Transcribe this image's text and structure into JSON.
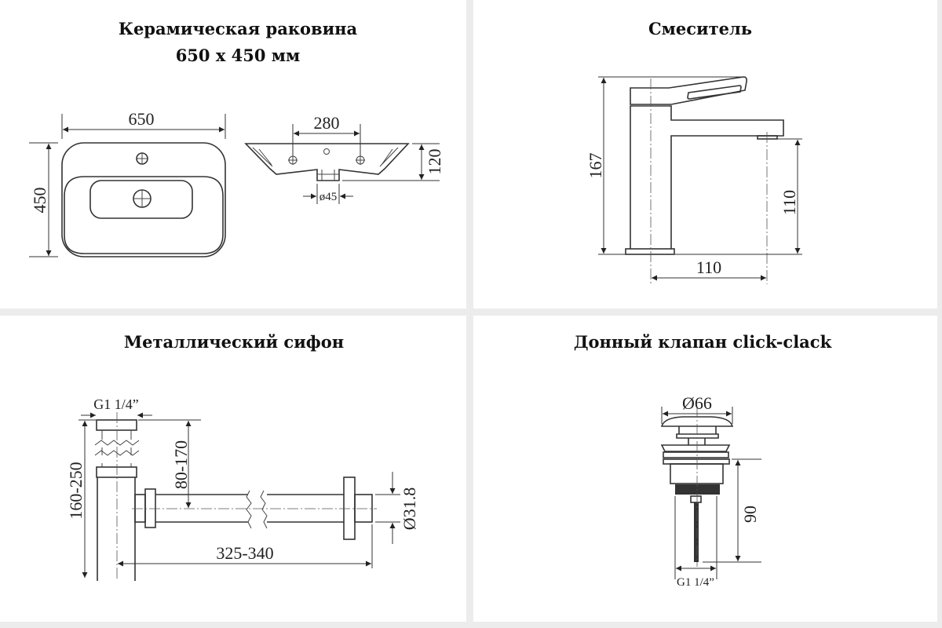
{
  "panels": {
    "sink": {
      "title": "Керамическая раковина",
      "subtitle": "650 x 450 мм",
      "dims": {
        "width": "650",
        "depth": "450",
        "holes": "280",
        "height": "120",
        "drain": "ø45"
      }
    },
    "faucet": {
      "title": "Смеситель",
      "dims": {
        "height": "167",
        "spout_height": "110",
        "spout_reach": "110"
      }
    },
    "siphon": {
      "title": "Металлический сифон",
      "dims": {
        "thread": "G1 1/4”",
        "adjust": "80-170",
        "height": "160-250",
        "length": "325-340",
        "diameter": "Ø31.8"
      }
    },
    "valve": {
      "title": "Донный клапан click-clack",
      "dims": {
        "diameter": "Ø66",
        "height": "90",
        "thread": "G1 1/4”"
      }
    }
  },
  "colors": {
    "separator": "#ececec",
    "line": "#333333"
  }
}
